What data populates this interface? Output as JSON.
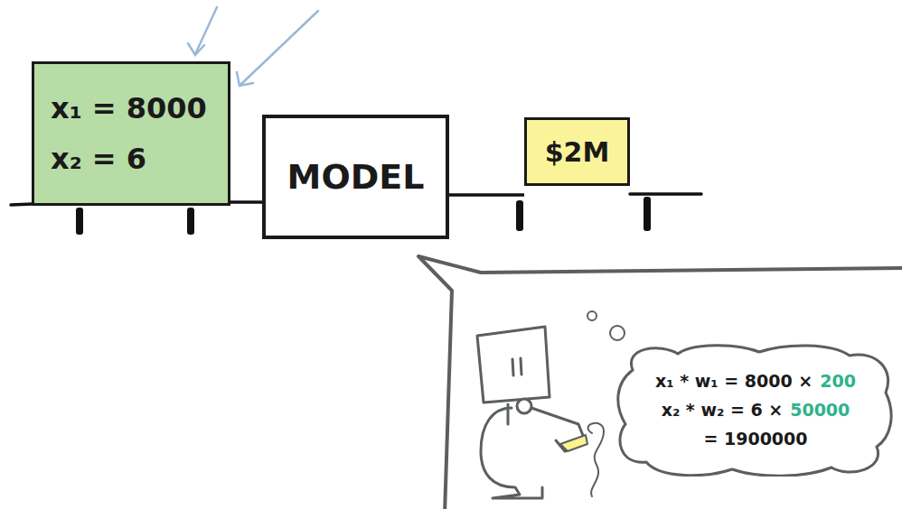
{
  "diagram": {
    "nodes": [
      {
        "text": [
          "x₁ = 8000",
          "x₂ = 6"
        ]
      },
      {
        "text": [
          "MODEL"
        ]
      },
      {
        "text": [
          "$2M"
        ]
      },
      {
        "text": [
          "x₁ * w₁ = 8000 ×",
          "200",
          "x₂ * w₂ = 6 ×",
          "50000",
          "= 1900000"
        ]
      }
    ],
    "edges": [
      {
        "from": 0,
        "to": 1,
        "arrow": "none"
      },
      {
        "from": 1,
        "to": 2,
        "arrow": "none"
      }
    ]
  }
}
